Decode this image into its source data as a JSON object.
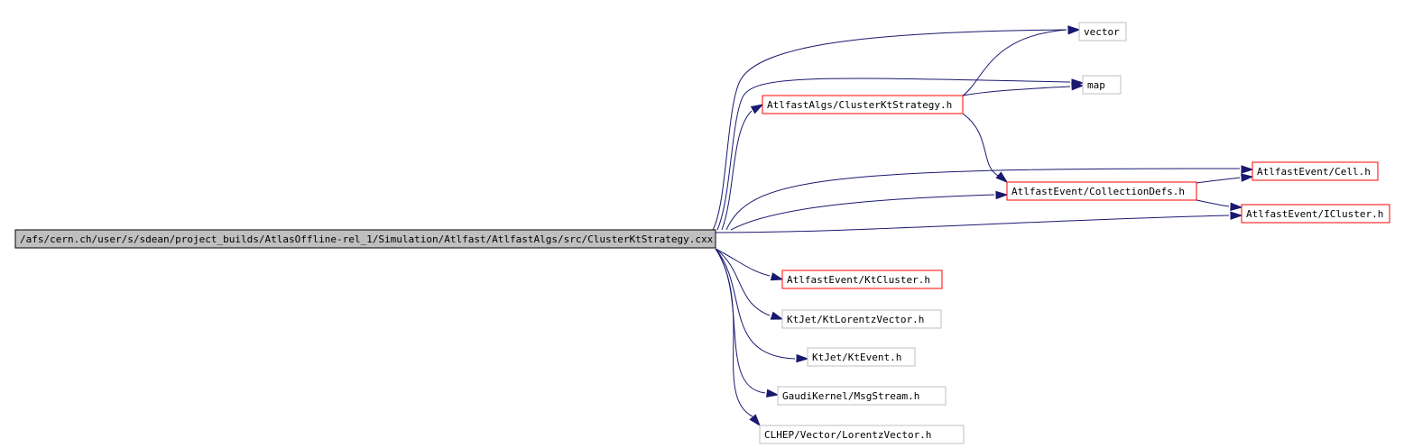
{
  "graph": {
    "root": "/afs/cern.ch/user/s/sdean/project_builds/AtlasOffline-rel_1/Simulation/Atlfast/AtlfastAlgs/src/ClusterKtStrategy.cxx",
    "colors": {
      "edge": "#191970",
      "root_fill": "#bfbfbf",
      "root_border": "#000000",
      "documented_border": "#ff0000",
      "undocumented_border": "#bfbfbf"
    },
    "nodes": [
      {
        "id": "root",
        "label": "/afs/cern.ch/user/s/sdean/project_builds/AtlasOffline-rel_1/Simulation/Atlfast/AtlfastAlgs/src/ClusterKtStrategy.cxx",
        "kind": "root"
      },
      {
        "id": "vector",
        "label": "vector",
        "kind": "external"
      },
      {
        "id": "map",
        "label": "map",
        "kind": "external"
      },
      {
        "id": "clusterkt_h",
        "label": "AtlfastAlgs/ClusterKtStrategy.h",
        "kind": "documented"
      },
      {
        "id": "cell_h",
        "label": "AtlfastEvent/Cell.h",
        "kind": "documented"
      },
      {
        "id": "collectiondefs_h",
        "label": "AtlfastEvent/CollectionDefs.h",
        "kind": "documented"
      },
      {
        "id": "icluster_h",
        "label": "AtlfastEvent/ICluster.h",
        "kind": "documented"
      },
      {
        "id": "ktcluster_h",
        "label": "AtlfastEvent/KtCluster.h",
        "kind": "documented"
      },
      {
        "id": "ktlorentz_h",
        "label": "KtJet/KtLorentzVector.h",
        "kind": "external"
      },
      {
        "id": "ktevent_h",
        "label": "KtJet/KtEvent.h",
        "kind": "external"
      },
      {
        "id": "msgstream_h",
        "label": "GaudiKernel/MsgStream.h",
        "kind": "external"
      },
      {
        "id": "clhep_h",
        "label": "CLHEP/Vector/LorentzVector.h",
        "kind": "external"
      }
    ],
    "edges": [
      {
        "from": "root",
        "to": "vector"
      },
      {
        "from": "root",
        "to": "map"
      },
      {
        "from": "root",
        "to": "clusterkt_h"
      },
      {
        "from": "root",
        "to": "cell_h"
      },
      {
        "from": "root",
        "to": "collectiondefs_h"
      },
      {
        "from": "root",
        "to": "icluster_h"
      },
      {
        "from": "root",
        "to": "ktcluster_h"
      },
      {
        "from": "root",
        "to": "ktlorentz_h"
      },
      {
        "from": "root",
        "to": "ktevent_h"
      },
      {
        "from": "root",
        "to": "msgstream_h"
      },
      {
        "from": "root",
        "to": "clhep_h"
      },
      {
        "from": "clusterkt_h",
        "to": "vector"
      },
      {
        "from": "clusterkt_h",
        "to": "map"
      },
      {
        "from": "clusterkt_h",
        "to": "collectiondefs_h"
      },
      {
        "from": "collectiondefs_h",
        "to": "cell_h"
      },
      {
        "from": "collectiondefs_h",
        "to": "icluster_h"
      }
    ]
  }
}
